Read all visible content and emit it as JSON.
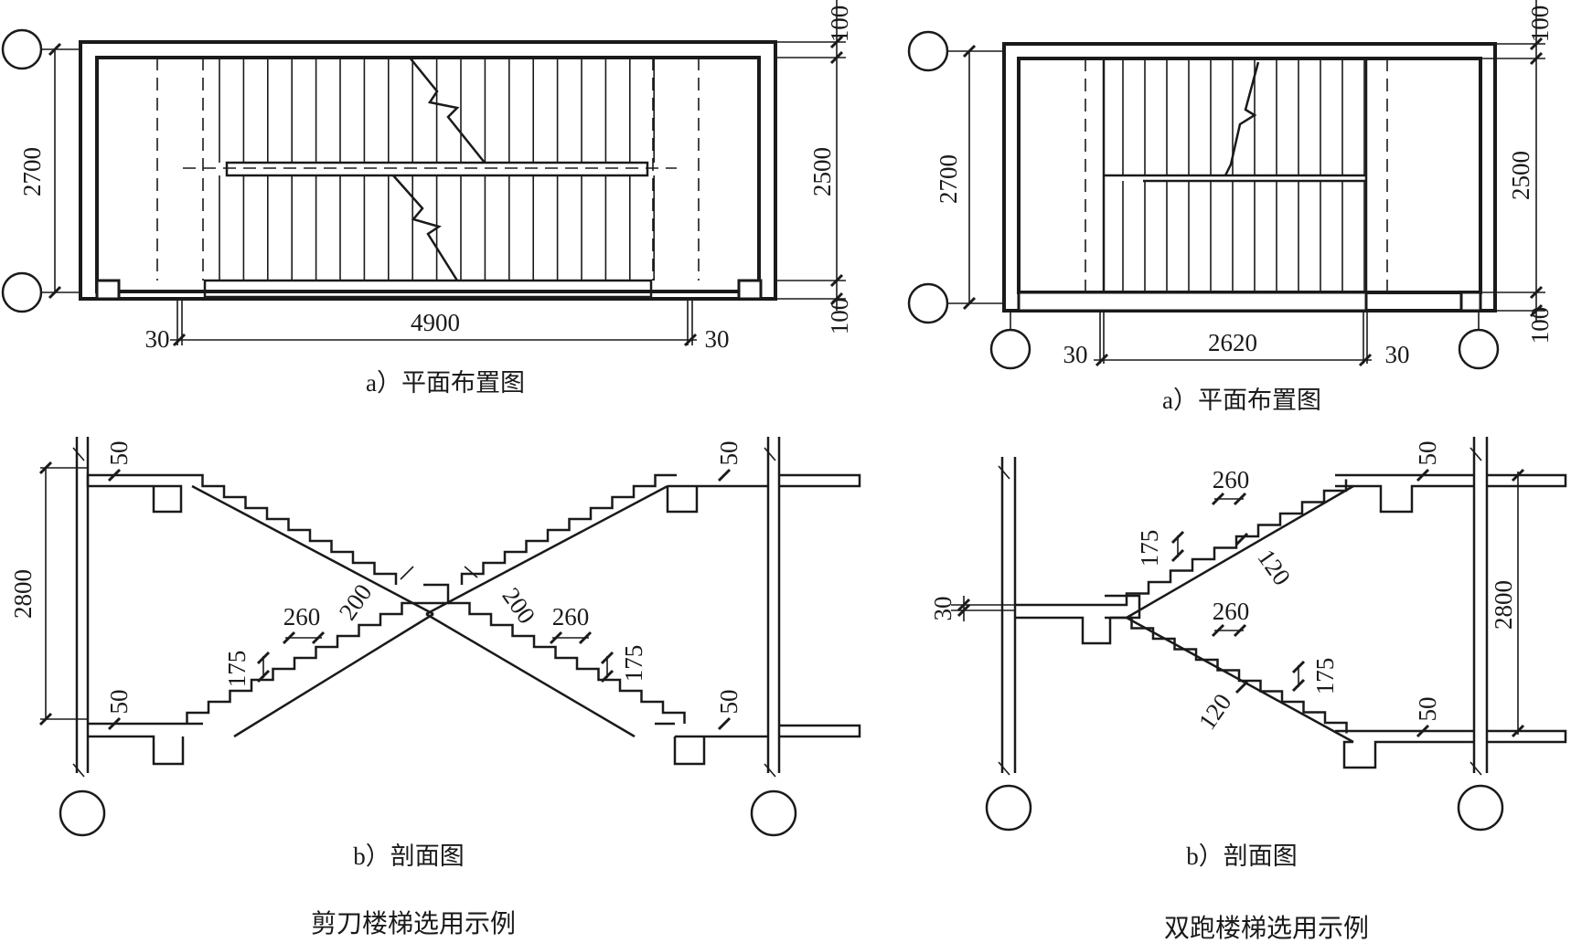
{
  "left": {
    "plan": {
      "grid_markers": [
        "",
        ""
      ],
      "dims": {
        "total_depth": "2700",
        "inner_depth": "2500",
        "top_wall": "100",
        "bottom_wall": "100",
        "run_length": "4900",
        "left_offset": "30",
        "right_offset": "30"
      },
      "caption": "a）平面布置图"
    },
    "section": {
      "dims": {
        "floor_height": "2800",
        "tread": "260",
        "riser": "175",
        "slab_left": "200",
        "slab_right": "200",
        "tread_right": "260",
        "riser_right": "175",
        "finish_tl": "50",
        "finish_tr": "50",
        "finish_bl": "50",
        "finish_br": "50"
      },
      "caption": "b）剖面图"
    },
    "title": "剪刀楼梯选用示例"
  },
  "right": {
    "plan": {
      "dims": {
        "total_depth": "2700",
        "inner_depth": "2500",
        "top_wall": "100",
        "bottom_wall": "100",
        "run_length": "2620",
        "left_offset": "30",
        "right_offset": "30"
      },
      "caption": "a）平面布置图"
    },
    "section": {
      "dims": {
        "landing_offset": "30",
        "floor_height": "2800",
        "tread_upper": "260",
        "riser_upper": "175",
        "slab_upper": "120",
        "tread_lower": "260",
        "riser_lower": "175",
        "slab_lower": "120",
        "finish_top": "50",
        "finish_bottom": "50"
      },
      "caption": "b）剖面图"
    },
    "title": "双跑楼梯选用示例"
  }
}
